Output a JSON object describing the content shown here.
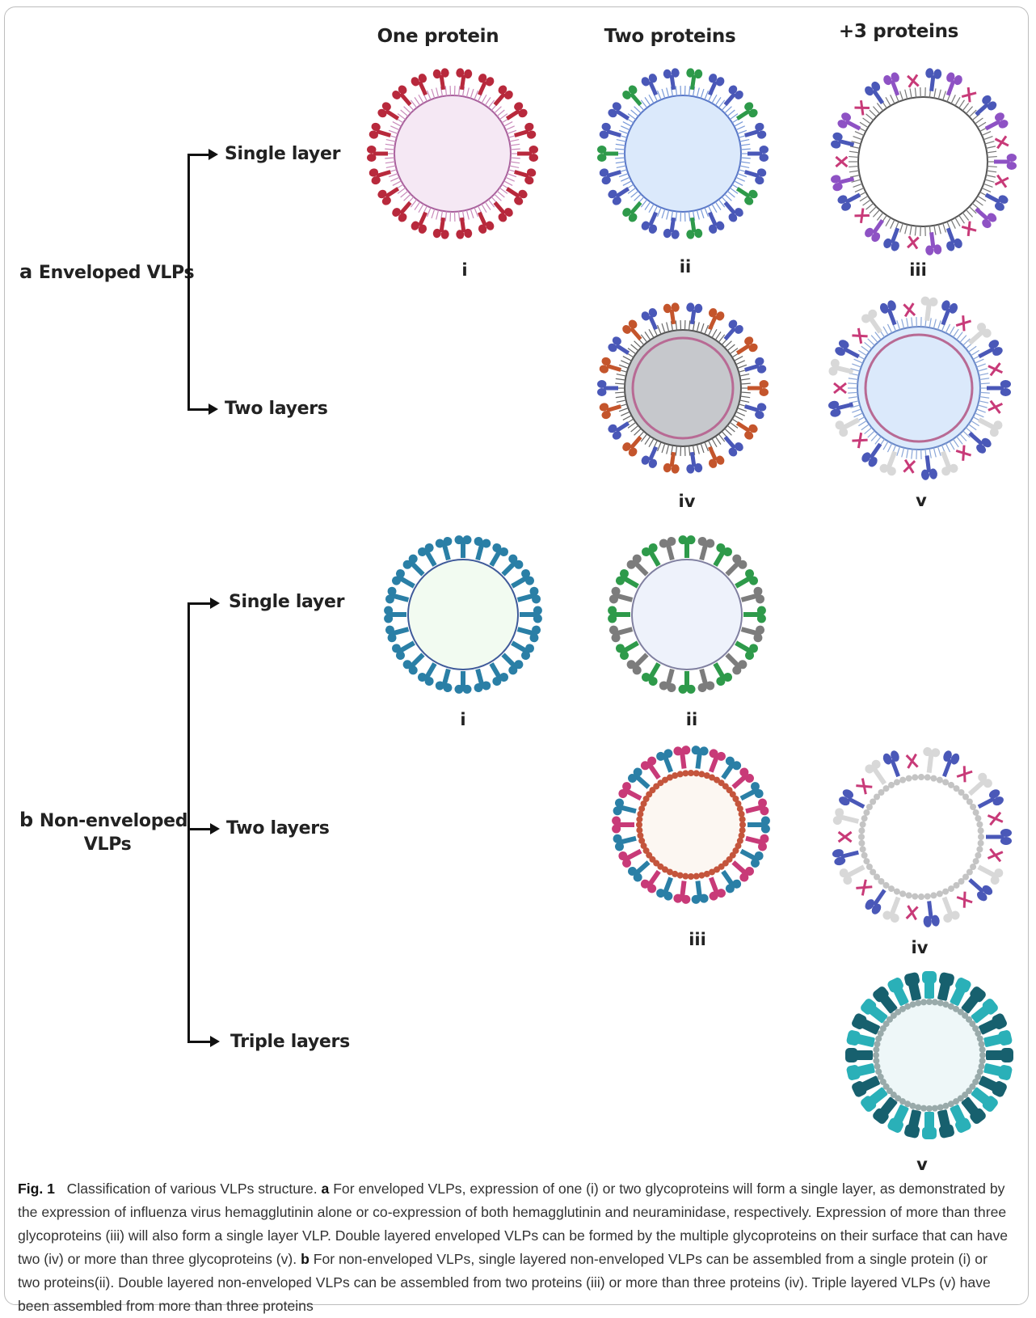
{
  "columns": {
    "col1": "One protein",
    "col2": "Two proteins",
    "col3": "+3 proteins"
  },
  "groups": {
    "a": {
      "letter": "a",
      "label": "Enveloped VLPs",
      "branches": [
        "Single layer",
        "Two layers"
      ]
    },
    "b": {
      "letter": "b",
      "label_line1": "Non-enveloped",
      "label_line2": "VLPs",
      "branches": [
        "Single layer",
        "Two layers",
        "Triple layers"
      ]
    }
  },
  "numerals": {
    "a_i": "i",
    "a_ii": "ii",
    "a_iii": "iii",
    "a_iv": "iv",
    "a_v": "v",
    "b_i": "i",
    "b_ii": "ii",
    "b_iii": "iii",
    "b_iv": "iv",
    "b_v": "v"
  },
  "caption": {
    "fig": "Fig. 1",
    "title": "Classification of various VLPs structure.",
    "a": "a",
    "a_text": "For enveloped VLPs, expression of one (i) or two glycoproteins will form a single layer, as demonstrated by the expression of influenza virus hemagglutinin alone or co-expression of both hemagglutinin and neuraminidase, respectively. Expression of more than three glycoproteins (iii) will also form a single layer VLP. Double layered enveloped VLPs can be formed by the multiple glycoproteins on their surface that can have two (iv) or more than three glycoproteins (v).",
    "b": "b",
    "b_text": "For non-enveloped VLPs, single layered non-enveloped VLPs can be assembled from a single protein (i) or two proteins(ii). Double layered non-enveloped VLPs can be assembled from two proteins (iii) or more than three proteins (iv). Triple layered VLPs (v) have been assembled from more than three proteins"
  },
  "colors": {
    "red": "#b8293c",
    "green": "#2e9a4a",
    "blue": "#4a58b8",
    "purple": "#8e52c4",
    "magenta": "#c83a78",
    "orange": "#c4552c",
    "teal": "#2a7fa6",
    "dark_teal": "#17606e",
    "cyan": "#2ab0b8",
    "grey": "#7c7c7c",
    "light_grey": "#d8d8d8"
  }
}
